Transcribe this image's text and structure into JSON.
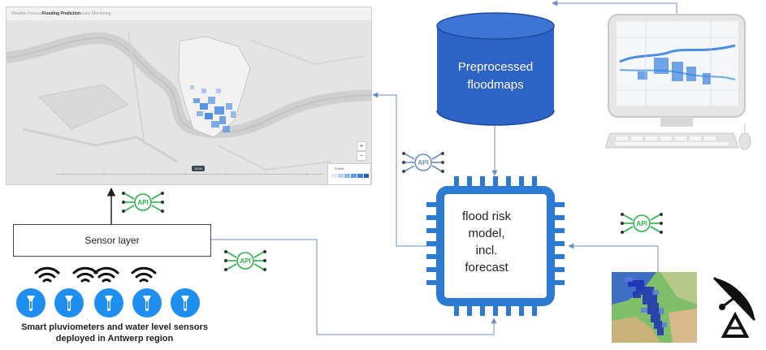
{
  "map_screenshot": {
    "tabs": [
      "Weather Forecast",
      "Flooding Prediction",
      "Sensor Monitoring"
    ],
    "active_tab": 1,
    "zoom_in": "+",
    "zoom_out": "−",
    "legend_title": "Extent",
    "time_chip": "10:00"
  },
  "sensor_layer": {
    "label": "Sensor layer"
  },
  "sensors": {
    "count": 5,
    "caption_line1": "Smart pluviometers and water level sensors",
    "caption_line2": "deployed in Antwerp region"
  },
  "database": {
    "line1": "Preprocessed",
    "line2": "floodmaps"
  },
  "model": {
    "line1": "flood risk",
    "line2": "model,",
    "line3": "incl.",
    "line4": "forecast"
  },
  "api_badges": [
    {
      "label": "API",
      "variant": "blue"
    },
    {
      "label": "API",
      "variant": "green"
    },
    {
      "label": "API",
      "variant": "green"
    },
    {
      "label": "API",
      "variant": "green"
    }
  ],
  "colors": {
    "db_blue": "#2d62c6",
    "chip_blue": "#2b7bd4",
    "arrow_blue": "#6e8fc4",
    "api_green": "#2db34a",
    "api_blue": "#6e8fc4",
    "sensor_blue": "#1f8ef1",
    "flood_blue": "#3b82e0"
  },
  "icons": [
    "wifi-icon",
    "sensor-icon",
    "computer-monitor-icon",
    "satellite-dish-icon",
    "radar-map-image",
    "cpu-chip-icon",
    "database-cylinder-icon"
  ]
}
